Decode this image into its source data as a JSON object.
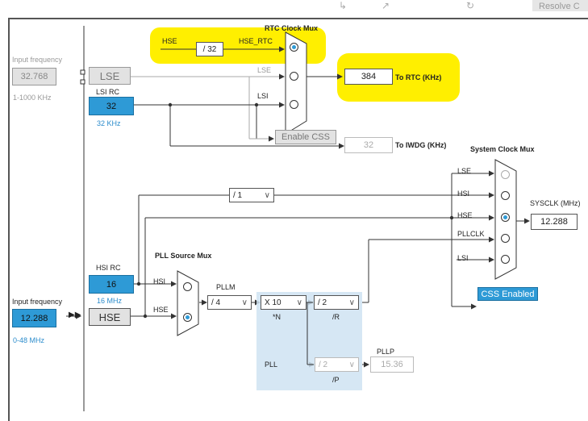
{
  "toolbar": {
    "resolve_label": "Resolve C"
  },
  "rtc_mux": {
    "title": "RTC Clock Mux",
    "hse": "HSE",
    "div": "/ 32",
    "hse_rtc": "HSE_RTC",
    "lse": "LSE",
    "lsi": "LSI",
    "rtc_value": "384",
    "rtc_label": "To RTC (KHz)",
    "enable_css": "Enable CSS",
    "iwdg_value": "32",
    "iwdg_label": "To IWDG (KHz)"
  },
  "lse_source": {
    "input_label": "Input frequency",
    "value": "32.768",
    "range": "1-1000 KHz",
    "name": "LSE"
  },
  "lsi_source": {
    "name": "LSI RC",
    "value": "32",
    "unit": "32 KHz"
  },
  "sysclk_mux": {
    "title": "System Clock Mux",
    "inputs": [
      "LSE",
      "HSI",
      "HSE",
      "PLLCLK",
      "LSI"
    ],
    "div1": "/ 1",
    "sysclk_label": "SYSCLK (MHz)",
    "sysclk_value": "12.288",
    "css_enabled": "CSS Enabled"
  },
  "hsi_source": {
    "name": "HSI RC",
    "value": "16",
    "unit": "16 MHz"
  },
  "hse_source": {
    "input_label": "Input frequency",
    "value": "12.288",
    "range": "0-48 MHz",
    "name": "HSE"
  },
  "pll": {
    "source_title": "PLL Source Mux",
    "hsi": "HSI",
    "hse": "HSE",
    "pllm_label": "PLLM",
    "pllm": "/ 4",
    "muln": "X 10",
    "n_label": "*N",
    "divr": "/ 2",
    "r_label": "/R",
    "name": "PLL",
    "divp": "/ 2",
    "p_label": "/P",
    "pllp_label": "PLLP",
    "pllp_value": "15.36"
  },
  "colors": {
    "highlight": "#ffef00",
    "blue": "#2e9ad6",
    "selected_radio": "#2e9ad6"
  }
}
